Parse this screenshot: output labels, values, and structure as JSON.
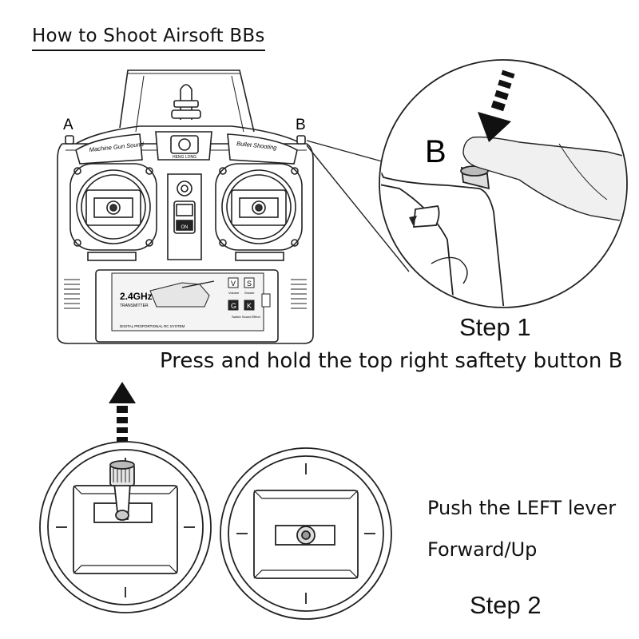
{
  "title": "How to Shoot Airsoft BBs",
  "remote": {
    "label_a": "A",
    "label_b": "B",
    "left_shoulder_label": "Machine Gun Sound",
    "right_shoulder_label": "Bullet Shooting",
    "brand": "HENG LONG",
    "on_label": "ON",
    "frequency": "2.4GHz",
    "transmitter": "TRANSMITTER",
    "system_text": "DIGITAL PROPORTIONAL RC SYSTEM",
    "key_v": "V",
    "key_v_label": "Volume",
    "key_s": "S",
    "key_s_label": "Smoke",
    "key_g": "G",
    "key_k": "K",
    "switch_label": "Switch Sound Effect"
  },
  "detail": {
    "label_b": "B"
  },
  "step1": {
    "heading": "Step 1",
    "instruction": "Press and hold the top right saftety button B"
  },
  "step2": {
    "heading": "Step 2",
    "instruction_line1": "Push the LEFT lever",
    "instruction_line2": "Forward/Up"
  }
}
